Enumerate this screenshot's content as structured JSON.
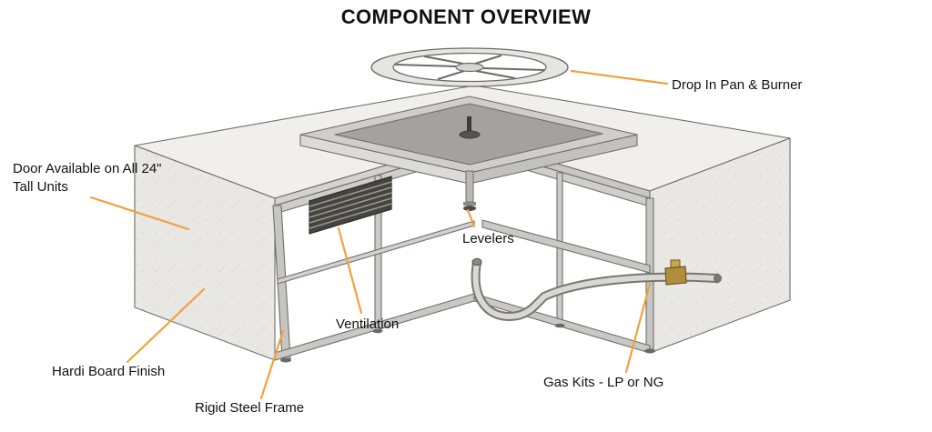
{
  "title": "COMPONENT OVERVIEW",
  "labels": {
    "drop_in_pan": "Drop In Pan & Burner",
    "door": "Door Available on All 24\" Tall Units",
    "levelers": "Levelers",
    "ventilation": "Ventilation",
    "hardi_board": "Hardi Board Finish",
    "rigid_steel_frame": "Rigid Steel Frame",
    "gas_kits": "Gas Kits - LP or NG"
  },
  "colors": {
    "leader_line": "#F0A23C",
    "brass": "#B08E3E",
    "text": "#111111"
  },
  "parts": [
    "burner-ring",
    "drop-in-pan",
    "countertop",
    "left-end-panel-hardi-board",
    "right-end-panel",
    "vent-grille",
    "steel-frame",
    "leveler-foot",
    "gas-pipe",
    "gas-valve"
  ]
}
